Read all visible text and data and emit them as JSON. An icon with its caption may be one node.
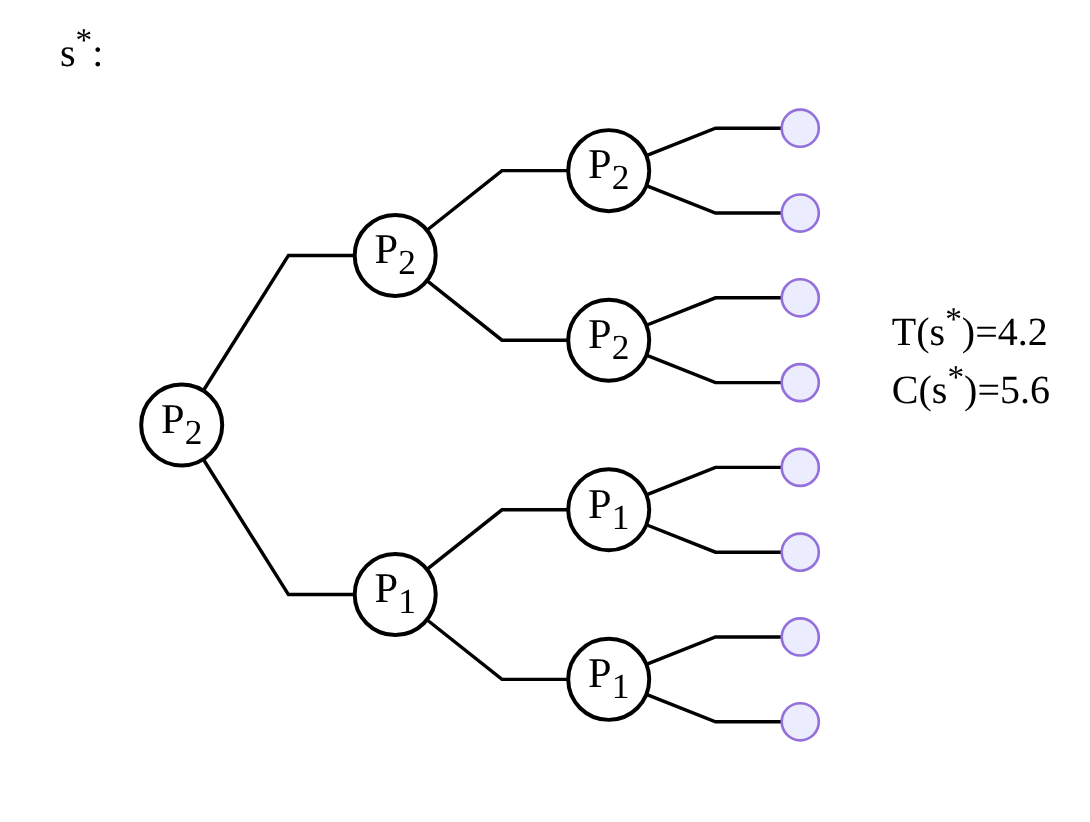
{
  "diagram": {
    "nodes": [
      {
        "text": [
          "P$_{2}$"
        ]
      },
      {
        "text": [
          "P$_{2}$"
        ]
      },
      {
        "text": [
          "P$_{1}$"
        ]
      },
      {
        "text": [
          "P$_{2}$"
        ]
      },
      {
        "text": [
          "P$_{2}$"
        ]
      },
      {
        "text": [
          "P$_{1}$"
        ]
      },
      {
        "text": [
          "P$_{1}$"
        ]
      }
    ],
    "edges": [
      {
        "from": 0,
        "to": 1,
        "arrow": "none"
      },
      {
        "from": 0,
        "to": 2,
        "arrow": "none"
      },
      {
        "from": 1,
        "to": 3,
        "arrow": "none"
      },
      {
        "from": 1,
        "to": 4,
        "arrow": "none"
      },
      {
        "from": 2,
        "to": 5,
        "arrow": "none"
      },
      {
        "from": 2,
        "to": 6,
        "arrow": "none"
      },
      {
        "from": 3,
        "to": null,
        "arrow": "none"
      },
      {
        "from": 3,
        "to": null,
        "arrow": "none"
      },
      {
        "from": 4,
        "to": null,
        "arrow": "none"
      },
      {
        "from": 4,
        "to": null,
        "arrow": "none"
      },
      {
        "from": 5,
        "to": null,
        "arrow": "none"
      },
      {
        "from": 5,
        "to": null,
        "arrow": "none"
      },
      {
        "from": 6,
        "to": null,
        "arrow": "none"
      },
      {
        "from": 6,
        "to": null,
        "arrow": "none"
      }
    ],
    "labels": [
      "s$^{*}$:",
      "T(s$^{*}$)=4.2",
      "C(s$^{*}$)=5.6"
    ]
  }
}
